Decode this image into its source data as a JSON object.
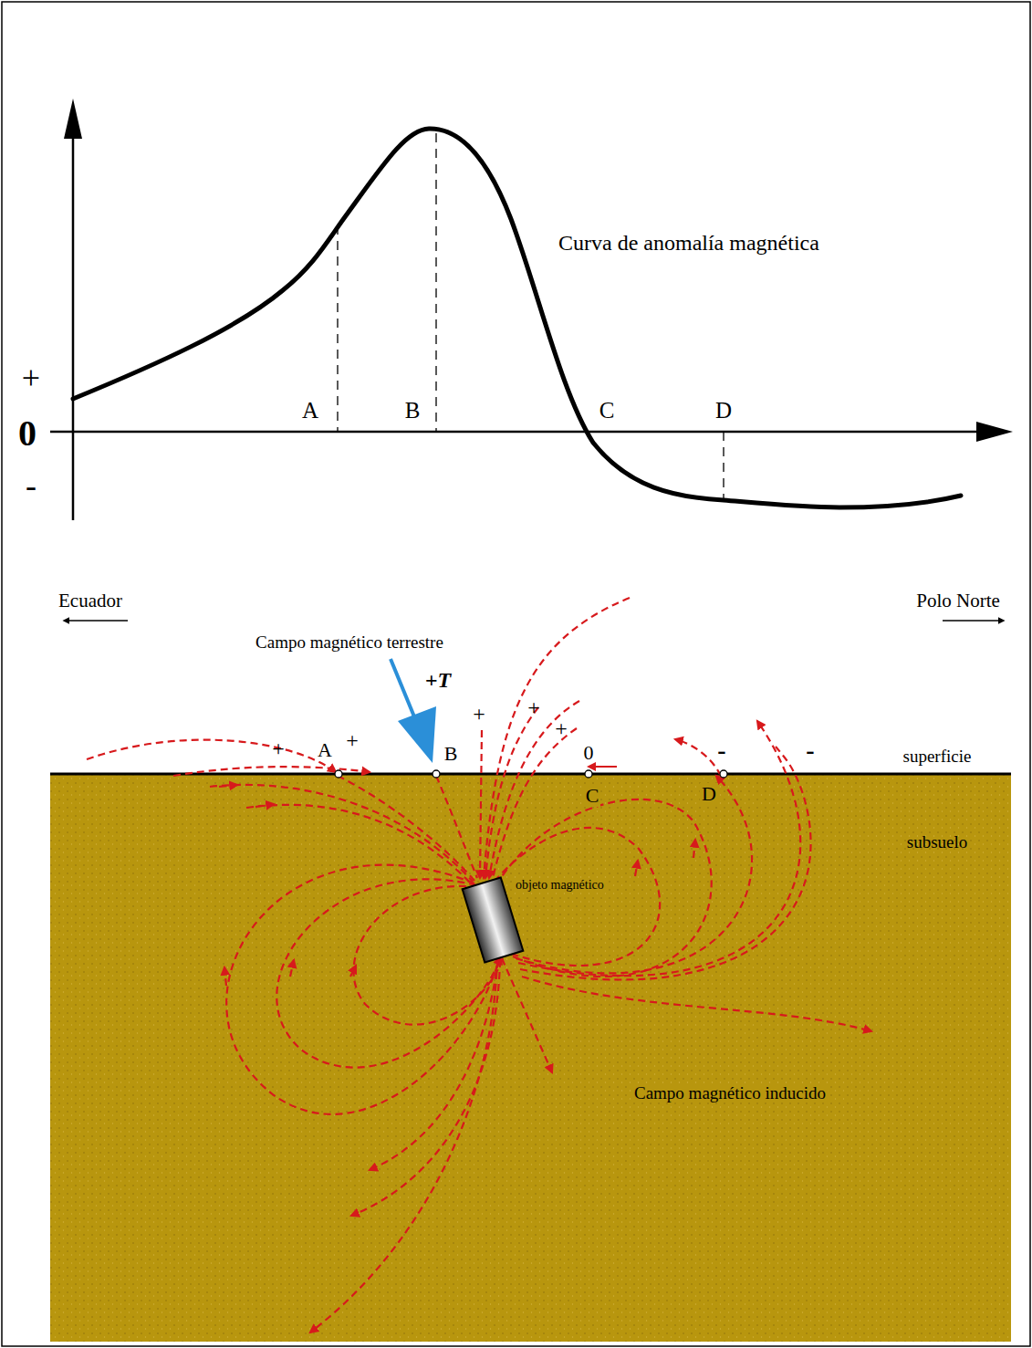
{
  "diagram": {
    "labels": [
      "+",
      "0",
      "-",
      "A",
      "B",
      "C",
      "D",
      "Curva de anomalía magnética",
      "Ecuador",
      "Polo Norte",
      "Campo magnético terrestre",
      "+T",
      "+",
      "A",
      "+",
      "B",
      "+",
      "+",
      "+",
      "0",
      "superficie",
      "C",
      "D",
      "-",
      "-",
      "subsuelo",
      "objeto magnético",
      "Campo magnético inducido"
    ]
  }
}
